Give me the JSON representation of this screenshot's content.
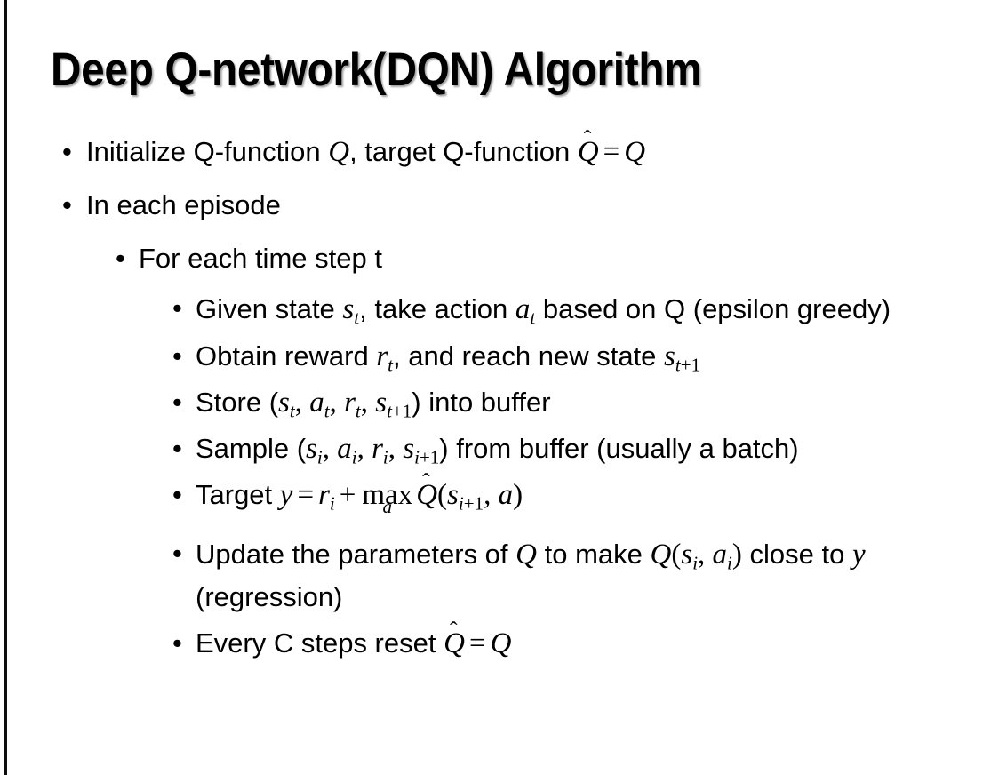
{
  "slide": {
    "title": "Deep Q-network(DQN) Algorithm",
    "background_color": "#ffffff",
    "text_color": "#000000",
    "left_rule_color": "#0d0d0d",
    "bullet_glyph": "•"
  },
  "content": {
    "b1": {
      "level": 1,
      "t1": "Initialize Q-function ",
      "v_Q1": "Q",
      "t2": ", target Q-function ",
      "v_Qhat": "Q",
      "hat": "ˆ",
      "eq": "=",
      "v_Q2": "Q"
    },
    "b2": {
      "level": 1,
      "text": "In each episode"
    },
    "b3": {
      "level": 2,
      "text": "For each time step t"
    },
    "b4": {
      "level": 3,
      "t1": "Given state ",
      "v_s": "s",
      "sub_s": "t",
      "t2": ", take action ",
      "v_a": "a",
      "sub_a": "t",
      "t3": " based on Q (epsilon greedy)"
    },
    "b5": {
      "level": 3,
      "t1": "Obtain reward ",
      "v_r": "r",
      "sub_r": "t",
      "t2": ", and reach new state ",
      "v_s": "s",
      "sub_s_i": "t",
      "sub_s_rest": "+1"
    },
    "b6": {
      "level": 3,
      "t1": "Store (",
      "v_s": "s",
      "sub_s": "t",
      "c1": ", ",
      "v_a": "a",
      "sub_a": "t",
      "c2": ", ",
      "v_r": "r",
      "sub_r": "t",
      "c3": ", ",
      "v_s2": "s",
      "sub_s2_i": "t",
      "sub_s2_rest": "+1",
      "t2": ") into buffer"
    },
    "b7": {
      "level": 3,
      "t1": "Sample (",
      "v_s": "s",
      "sub_s": "i",
      "c1": ", ",
      "v_a": "a",
      "sub_a": "i",
      "c2": ", ",
      "v_r": "r",
      "sub_r": "i",
      "c3": ", ",
      "v_s2": "s",
      "sub_s2_i": "i",
      "sub_s2_rest": "+1",
      "t2": ") from buffer (usually a batch)"
    },
    "b8": {
      "level": 3,
      "t1": "Target ",
      "v_y": "y",
      "eq": "=",
      "v_r": "r",
      "sub_r": "i",
      "plus": "+",
      "max": "max",
      "max_under": "a",
      "v_Qhat": "Q",
      "hat": "ˆ",
      "paren_open": "(",
      "v_s": "s",
      "sub_s_i": "i",
      "sub_s_rest": "+1",
      "comma": ", ",
      "v_a": "a",
      "paren_close": ")"
    },
    "b9": {
      "level": 3,
      "t1": "Update the parameters of ",
      "v_Q1": "Q",
      "t2": " to make ",
      "v_Q2": "Q",
      "paren_open": "(",
      "v_s": "s",
      "sub_s": "i",
      "c1": ", ",
      "v_a": "a",
      "sub_a": "i",
      "paren_close": ")",
      "t3": " close to ",
      "v_y": "y",
      "t4": " (regression)"
    },
    "b10": {
      "level": 3,
      "t1": "Every C steps reset ",
      "v_Qhat": "Q",
      "hat": "ˆ",
      "eq": "=",
      "v_Q": "Q"
    }
  }
}
